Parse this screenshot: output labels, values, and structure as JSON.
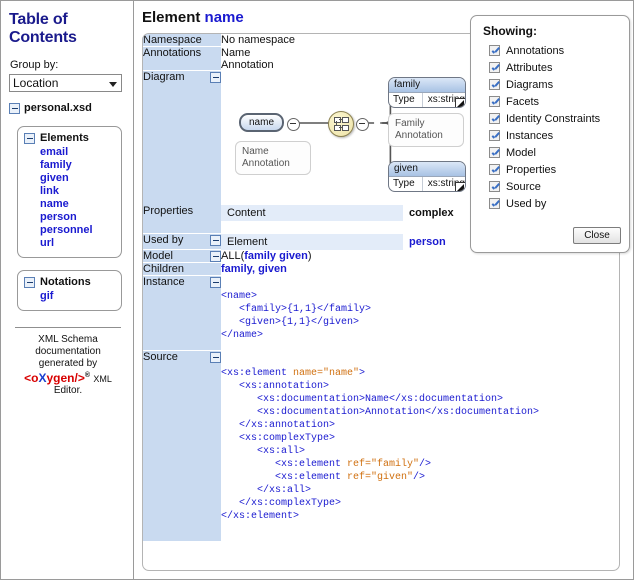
{
  "sidebar": {
    "title": "Table of Contents",
    "group_by_label": "Group by:",
    "group_by_value": "Location",
    "root": "personal.xsd",
    "groups": [
      {
        "title": "Elements",
        "items": [
          "email",
          "family",
          "given",
          "link",
          "name",
          "person",
          "personnel",
          "url"
        ]
      },
      {
        "title": "Notations",
        "items": [
          "gif"
        ]
      }
    ],
    "credit": {
      "line1": "XML Schema",
      "line2": "documentation",
      "line3": "generated by",
      "logo_part1": "<o",
      "logo_part2": "X",
      "logo_part3": "ygen/>",
      "logo_sup": "®",
      "logo_suffix": "XML",
      "line4": "Editor."
    }
  },
  "main": {
    "title_prefix": "Element",
    "title_name": "name",
    "rows": {
      "namespace_label": "Namespace",
      "namespace_value": "No namespace",
      "annotations_label": "Annotations",
      "annotations_value_1": "Name",
      "annotations_value_2": "Annotation",
      "diagram_label": "Diagram",
      "properties_label": "Properties",
      "properties_key": "Content",
      "properties_value": "complex",
      "usedby_label": "Used by",
      "usedby_key": "Element",
      "usedby_value": "person",
      "model_label": "Model",
      "model_prefix": "ALL(",
      "model_inner": "family given",
      "model_suffix": ")",
      "children_label": "Children",
      "children_value": "family, given",
      "instance_label": "Instance",
      "instance_code": "<name>\n   <family>{1,1}</family>\n   <given>{1,1}</given>\n</name>",
      "source_label": "Source"
    },
    "source": {
      "l1_a": "<xs:element ",
      "l1_b": "name=\"name\"",
      "l1_c": ">",
      "l2": "   <xs:annotation>",
      "l3": "      <xs:documentation>Name</xs:documentation>",
      "l4": "      <xs:documentation>Annotation</xs:documentation>",
      "l5": "   </xs:annotation>",
      "l6": "   <xs:complexType>",
      "l7": "      <xs:all>",
      "l8_a": "         <xs:element ",
      "l8_b": "ref=\"family\"",
      "l8_c": "/>",
      "l9_a": "         <xs:element ",
      "l9_b": "ref=\"given\"",
      "l9_c": "/>",
      "l10": "      </xs:all>",
      "l11": "   </xs:complexType>",
      "l12": "</xs:element>"
    },
    "diagram": {
      "root_node": "name",
      "root_annotation": "Name\nAnnotation",
      "family_annotation": "Family\nAnnotation",
      "family": {
        "name": "family",
        "type_key": "Type",
        "type_value": "xs:string"
      },
      "given": {
        "name": "given",
        "type_key": "Type",
        "type_value": "xs:string"
      },
      "plus_glyph": "+",
      "model_kind": "all"
    }
  },
  "showing_panel": {
    "title": "Showing:",
    "options": [
      "Annotations",
      "Attributes",
      "Diagrams",
      "Facets",
      "Identity Constraints",
      "Instances",
      "Model",
      "Properties",
      "Source",
      "Used by"
    ],
    "close_label": "Close"
  },
  "colors": {
    "link": "#1a1ad0",
    "label_cell": "#c9daf0",
    "subkey_cell": "#e3ecf9",
    "code": "#1a1ad0",
    "code_attr": "#d07010",
    "logo_red": "#d80000",
    "logo_blue": "#1a3fd0"
  }
}
